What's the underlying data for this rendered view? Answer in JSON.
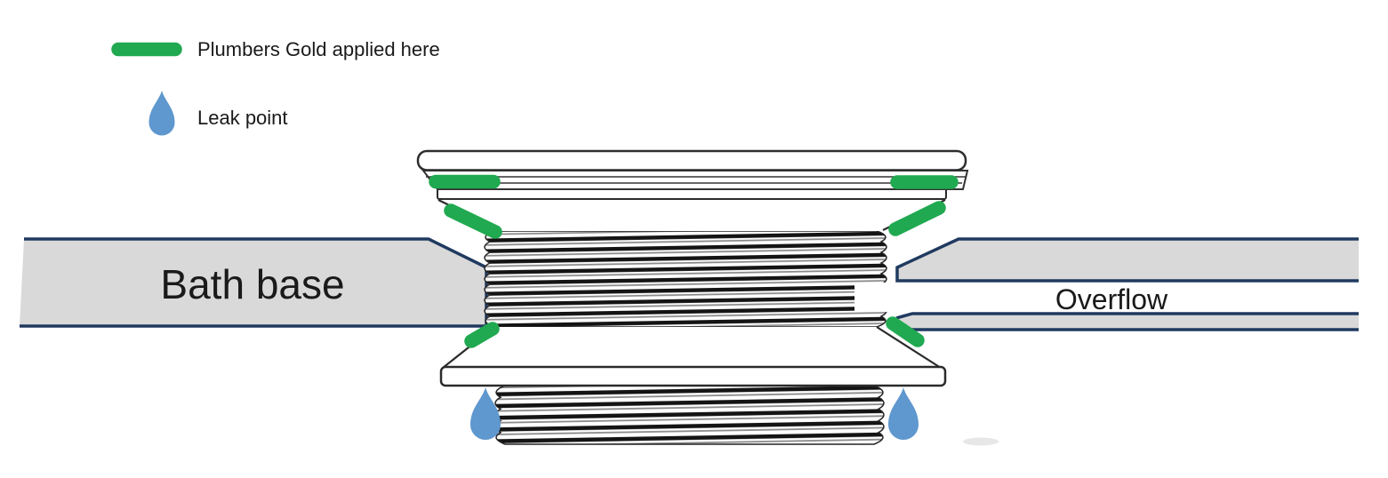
{
  "legend": {
    "items": [
      {
        "icon": "sealant-pill-icon",
        "label": "Plumbers Gold applied here"
      },
      {
        "icon": "leak-drop-icon",
        "label": "Leak point"
      }
    ]
  },
  "diagram": {
    "bath_base_label": "Bath base",
    "overflow_label": "Overflow",
    "sealant_marker_count": 6,
    "leak_marker_count": 2,
    "colors": {
      "sealant_green": "#20A950",
      "leak_blue": "#5F97CF",
      "panel_gray": "#D9D9D9",
      "border_navy": "#203A60",
      "thread_dark": "#141414"
    }
  }
}
